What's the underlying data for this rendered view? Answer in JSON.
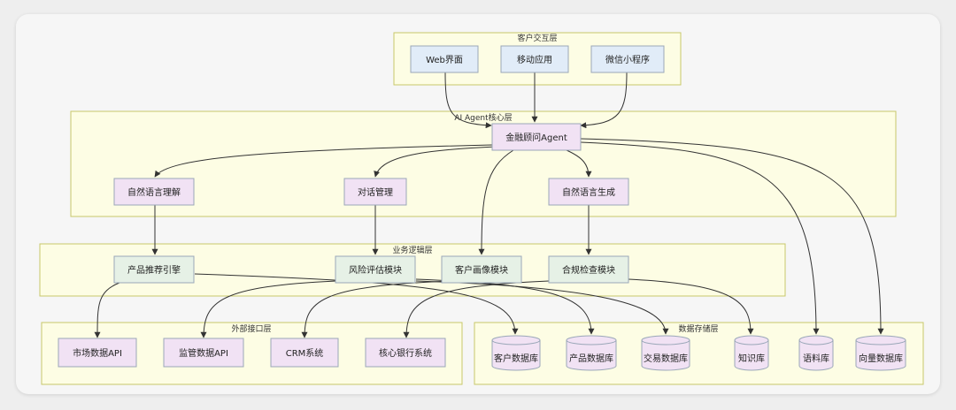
{
  "diagram": {
    "layers": {
      "client": "客户交互层",
      "core": "AI Agent核心层",
      "business": "业务逻辑层",
      "external": "外部接口层",
      "storage": "数据存储层"
    },
    "nodes": {
      "web": "Web界面",
      "mobile": "移动应用",
      "miniprogram": "微信小程序",
      "agent": "金融顾问Agent",
      "nlu": "自然语言理解",
      "dialog": "对话管理",
      "nlg": "自然语言生成",
      "recommend": "产品推荐引擎",
      "risk": "风险评估模块",
      "portrait": "客户画像模块",
      "compliance": "合规检查模块",
      "market_api": "市场数据API",
      "reg_api": "监管数据API",
      "crm": "CRM系统",
      "core_bank": "核心银行系统",
      "customer_db": "客户数据库",
      "product_db": "产品数据库",
      "trade_db": "交易数据库",
      "knowledge": "知识库",
      "corpus": "语料库",
      "vector_db": "向量数据库"
    },
    "colors": {
      "layer_fill": "#fdfde4",
      "layer_stroke": "#c8c86a",
      "blue_node": "#e1ecf8",
      "purple_node": "#f1e2f4",
      "green_node": "#e6f1e6",
      "node_stroke": "#9aa7b8"
    }
  }
}
